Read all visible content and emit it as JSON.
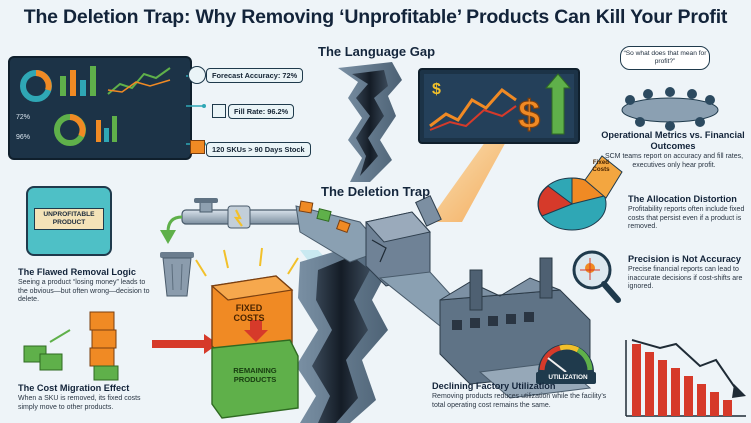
{
  "title": "The Deletion Trap: Why Removing ‘Unprofitable’ Products Can Kill Your Profit",
  "language_gap": {
    "heading": "The Language Gap",
    "callouts": [
      "Forecast Accuracy: 72%",
      "Fill Rate: 96.2%",
      "120 SKUs > 90 Days Stock"
    ],
    "gauge_labels": [
      "72%",
      "96%"
    ],
    "speech_bubble": "“So what does that mean for profit?”"
  },
  "deletion_trap": {
    "heading": "The Deletion Trap",
    "box_label": "UNPROFITABLE PRODUCT",
    "fixed_costs_label": "FIXED COSTS",
    "remaining_label": "REMAINING PRODUCTS",
    "utilization_label": "UTILIZATION",
    "pie_label": "Fixed Costs"
  },
  "sections": {
    "operational": {
      "title": "Operational Metrics vs. Financial Outcomes",
      "body": "SCM teams report on accuracy and fill rates, executives only hear profit."
    },
    "allocation": {
      "title": "The Allocation Distortion",
      "body": "Profitability reports often include fixed costs that persist even if a product is removed."
    },
    "precision": {
      "title": "Precision is Not Accuracy",
      "body": "Precise financial reports can lead to inaccurate decisions if cost-shifts are ignored."
    },
    "flawed": {
      "title": "The Flawed Removal Logic",
      "body": "Seeing a product “losing money” leads to the obvious—but often wrong—decision to delete."
    },
    "migration": {
      "title": "The Cost Migration Effect",
      "body": "When a SKU is removed, its fixed costs simply move to other products."
    },
    "utilization": {
      "title": "Declining Factory Utilization",
      "body": "Removing products reduces utilization while the facility’s total operating cost remains the same."
    }
  },
  "colors": {
    "background": "#eef4f8",
    "navy": "#1f3a4c",
    "orange": "#f08a24",
    "green": "#5fb04a",
    "red": "#d63a2a",
    "teal": "#2fa7b5"
  },
  "icons": [
    "magnifier-icon",
    "checkbox-icon",
    "boxes-icon",
    "dollar-icon",
    "trash-icon",
    "dollar-crack-icon"
  ]
}
